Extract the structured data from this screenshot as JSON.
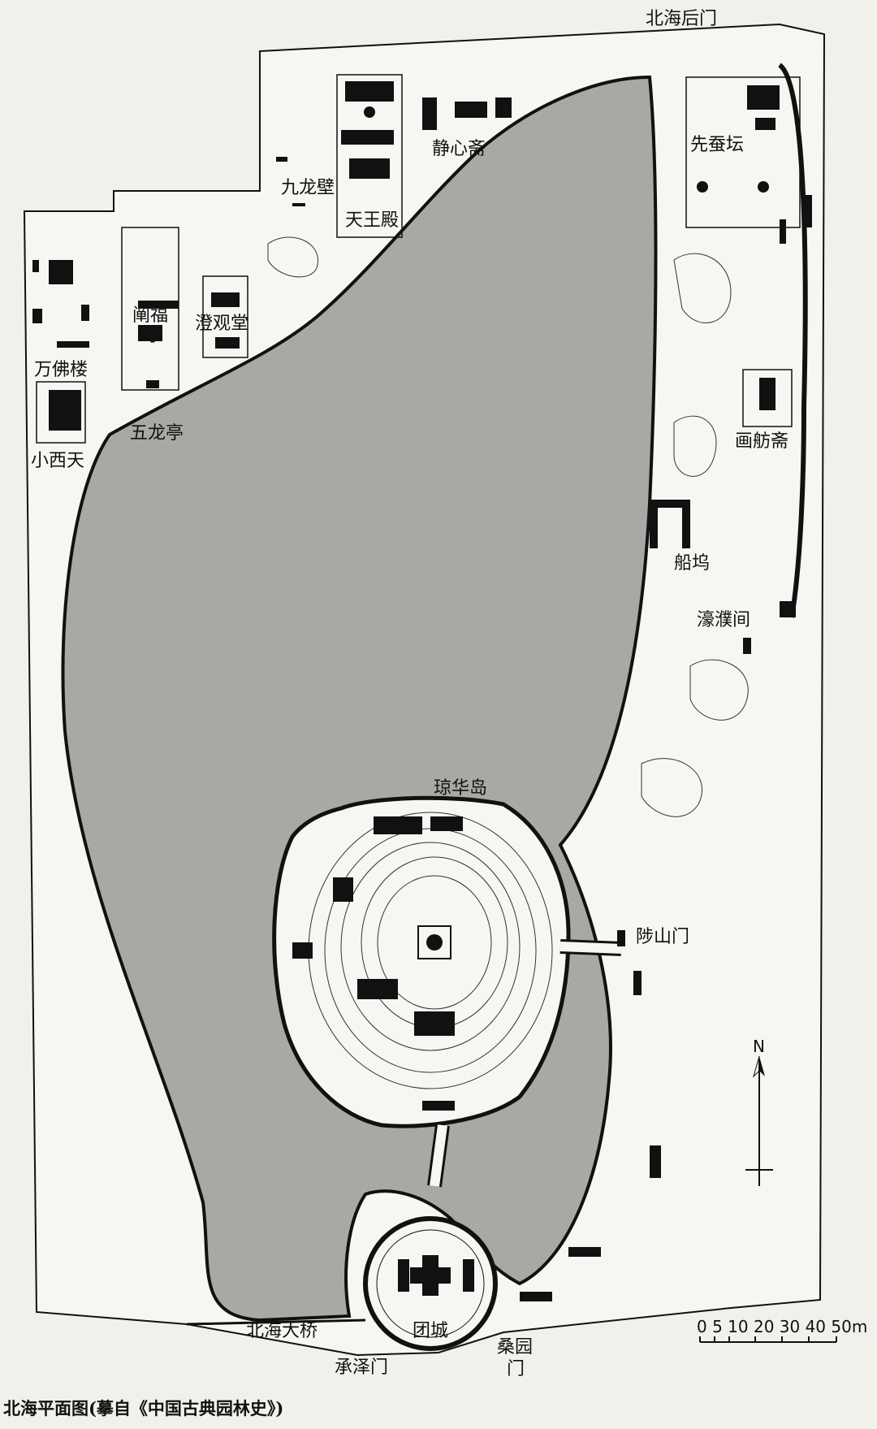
{
  "map": {
    "colors": {
      "paper": "#f2f0ea",
      "water": "#a9a8a4",
      "ink": "#111111",
      "land": "#f7f6f2"
    },
    "labels": {
      "beihai_back_gate": "北海后门",
      "jingxin_zhai": "静心斋",
      "xiancan_tan": "先蚕坛",
      "jiulong_bi": "九龙壁",
      "tianwang_dian": "天王殿",
      "chanfu_si_1": "阐福",
      "chanfu_si_2": "寺",
      "chengguan_tang": "澄观堂",
      "wanfo_lou": "万佛楼",
      "wulong_ting": "五龙亭",
      "xiaoxi_tian": "小西天",
      "huafang_zhai": "画舫斋",
      "chuanwu": "船坞",
      "haopu_jian": "濠濮间",
      "qionghua_dao": "琼华岛",
      "zhishan_men": "陟山门",
      "beihai_daqiao": "北海大桥",
      "tuancheng": "团城",
      "chengze_men": "承泽门",
      "sangyuan_men_1": "桑园",
      "sangyuan_men_2": "门",
      "north": "N"
    },
    "scale_bar": {
      "ticks": "0 5 10  20  30  40  50m"
    },
    "caption": "北海平面图(摹自《中国古典园林史》)"
  }
}
